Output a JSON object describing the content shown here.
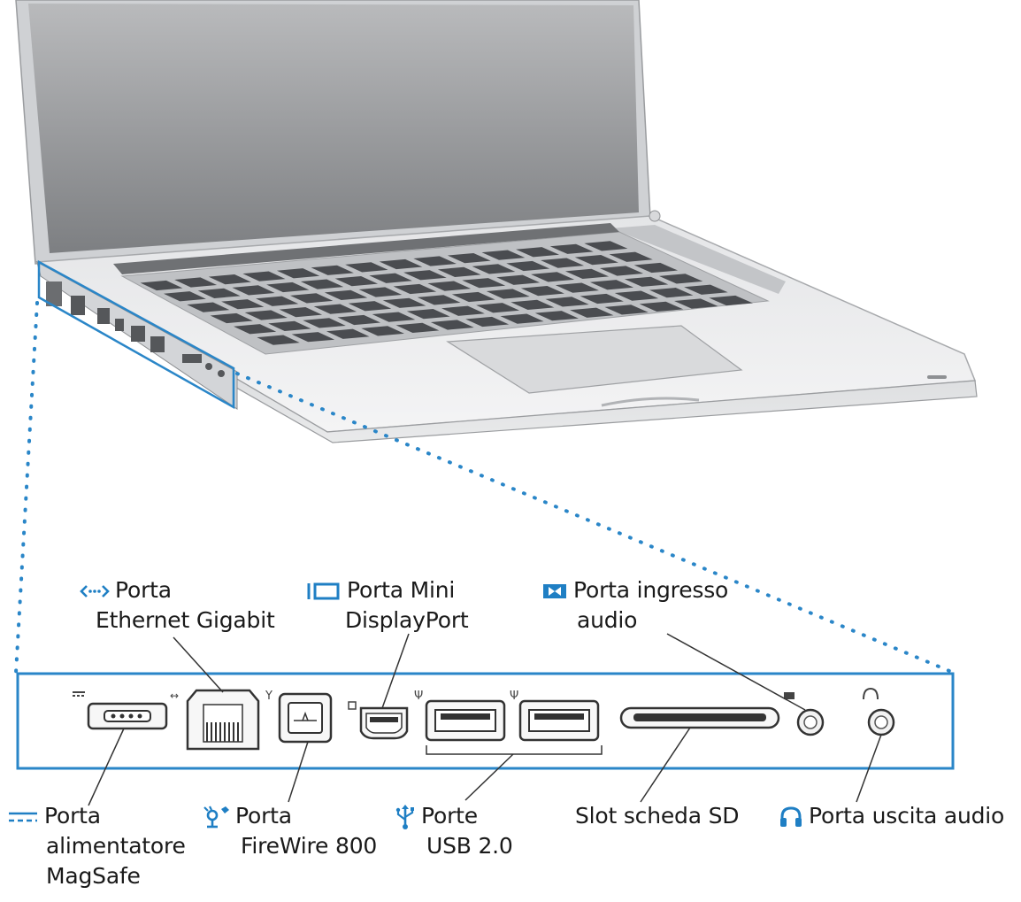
{
  "colors": {
    "accent": "#2a86c8",
    "leader": "#333333",
    "laptop_body": "#d6d8db",
    "screen": "#8e9093",
    "keys": "#4a4c50"
  },
  "labels": {
    "ethernet": {
      "icon": "ethernet-icon",
      "line1": "Porta",
      "line2": "Ethernet Gigabit"
    },
    "minidisplay": {
      "icon": "mini-displayport-icon",
      "line1": "Porta Mini",
      "line2": "DisplayPort"
    },
    "audio_in": {
      "icon": "audio-in-icon",
      "line1": "Porta ingresso",
      "line2": "audio"
    },
    "magsafe": {
      "icon": "power-dc-icon",
      "line1": "Porta",
      "line2": "alimentatore",
      "line3": "MagSafe"
    },
    "firewire": {
      "icon": "firewire-icon",
      "line1": "Porta",
      "line2": "FireWire 800"
    },
    "usb": {
      "icon": "usb-icon",
      "line1": "Porte",
      "line2": "USB 2.0"
    },
    "sd": {
      "line1": "Slot scheda SD"
    },
    "audio_out": {
      "icon": "headphones-icon",
      "line1": "Porta uscita audio"
    }
  }
}
